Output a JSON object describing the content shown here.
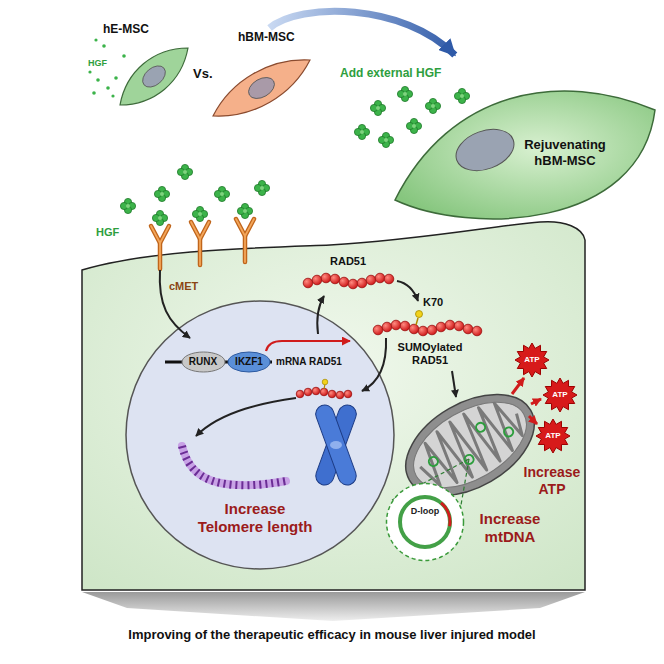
{
  "diagram": {
    "caption": "Improving of the therapeutic efficacy in mouse liver injured model",
    "nodes": [
      {
        "text": [
          "hE-MSC"
        ]
      },
      {
        "text": [
          "hBM-MSC"
        ]
      },
      {
        "text": [
          "Rejuvenating hBM-MSC"
        ]
      },
      {
        "text": [
          "Increase Telomere length"
        ]
      },
      {
        "text": [
          "RUNX"
        ],
        "in": 3
      },
      {
        "text": [
          "IKZF1"
        ],
        "in": 3
      },
      {
        "text": [
          "D-loop"
        ]
      },
      {
        "text": [
          "ATP"
        ]
      },
      {
        "text": [
          "ATP"
        ]
      },
      {
        "text": [
          "ATP"
        ]
      }
    ],
    "edges": [
      {
        "from": 1,
        "to": 2,
        "arrow": "to"
      }
    ],
    "labels": [
      "HGF",
      "Vs.",
      "Add external HGF",
      "HGF",
      "cMET",
      "mRNA RAD51",
      "RAD51",
      "K70",
      "SUMOylated RAD51",
      "Increase ATP",
      "Increase mtDNA"
    ]
  }
}
